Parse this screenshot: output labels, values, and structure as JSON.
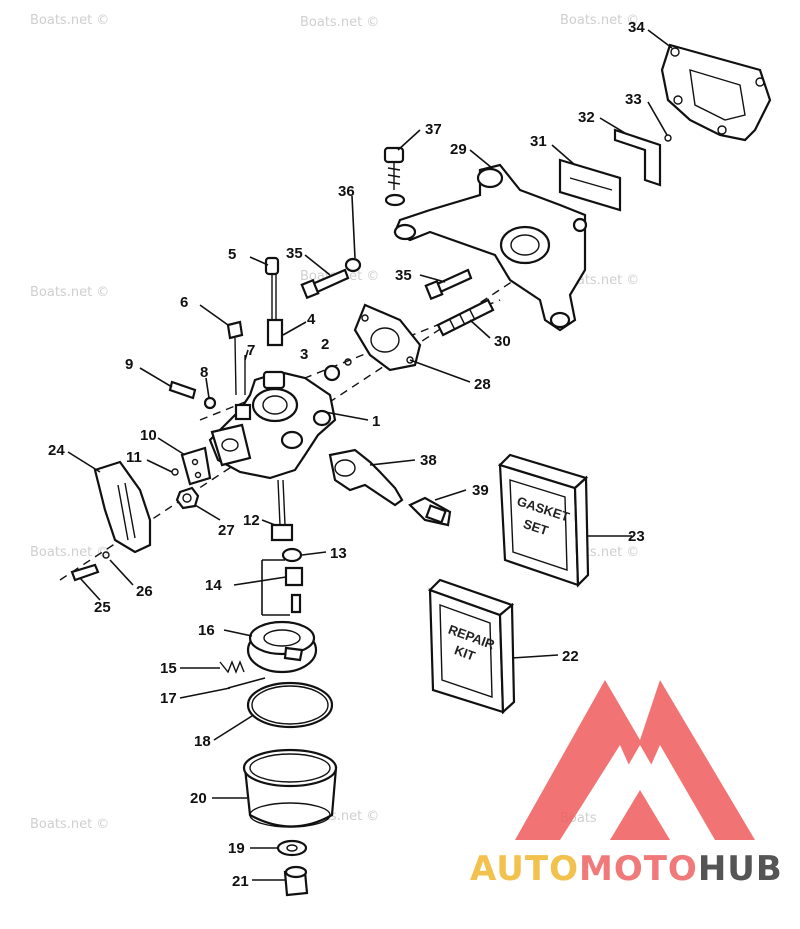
{
  "watermark": "Boats.net ©",
  "callouts": {
    "c1": "1",
    "c2": "2",
    "c3": "3",
    "c4": "4",
    "c5": "5",
    "c6": "6",
    "c7": "7",
    "c8": "8",
    "c9": "9",
    "c10": "10",
    "c11": "11",
    "c12": "12",
    "c13": "13",
    "c14": "14",
    "c15": "15",
    "c16": "16",
    "c17": "17",
    "c18": "18",
    "c19": "19",
    "c20": "20",
    "c21": "21",
    "c22": "22",
    "c23": "23",
    "c24": "24",
    "c25": "25",
    "c26": "26",
    "c27": "27",
    "c28": "28",
    "c29": "29",
    "c30": "30",
    "c31": "31",
    "c32": "32",
    "c33": "33",
    "c34": "34",
    "c35a": "35",
    "c35b": "35",
    "c36": "36",
    "c37": "37",
    "c38": "38",
    "c39": "39"
  },
  "gasket_set": {
    "line1": "GASKET",
    "line2": "SET"
  },
  "repair_kit": {
    "line1": "REPAIR",
    "line2": "KIT"
  },
  "logo": {
    "part1": "AUTO",
    "part2": "MOTO",
    "part3": "HUB",
    "color_auto": "#f2c14e",
    "color_moto": "#f07a7a",
    "color_hub": "#555555",
    "triangle_color": "#ef5a5a"
  }
}
